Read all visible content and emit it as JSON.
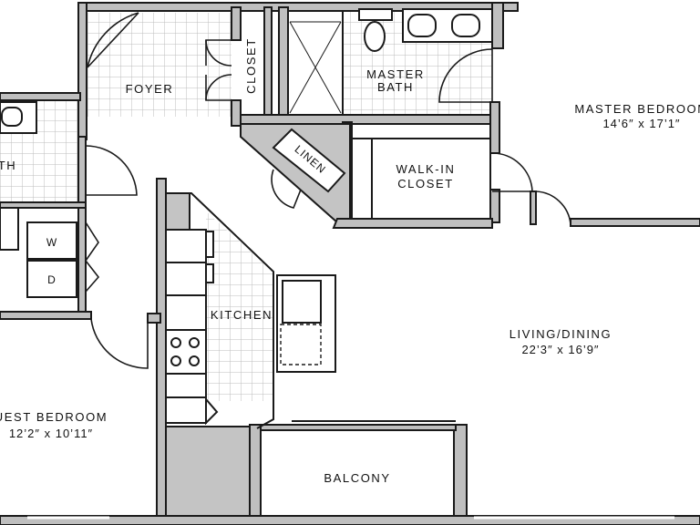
{
  "rooms": {
    "foyer": "FOYER",
    "closet": "CLOSET",
    "master_bath_line1": "MASTER",
    "master_bath_line2": "BATH",
    "master_bedroom": "MASTER BEDROOM",
    "master_bedroom_dim": "14’6″ x 17’1″",
    "bath": "TH",
    "linen": "LINEN",
    "walk_in_line1": "WALK-IN",
    "walk_in_line2": "CLOSET",
    "washer": "W",
    "dryer": "D",
    "kitchen": "KITCHEN",
    "living_dining": "LIVING/DINING",
    "living_dining_dim": "22’3″ x 16’9″",
    "guest_bedroom": "UEST BEDROOM",
    "guest_bedroom_dim": "12’2″ x 10’11″",
    "balcony": "BALCONY"
  },
  "colors": {
    "wall": "#bfbfbf",
    "line": "#1a1a1a",
    "tile_grid": "#bcbcbc"
  }
}
